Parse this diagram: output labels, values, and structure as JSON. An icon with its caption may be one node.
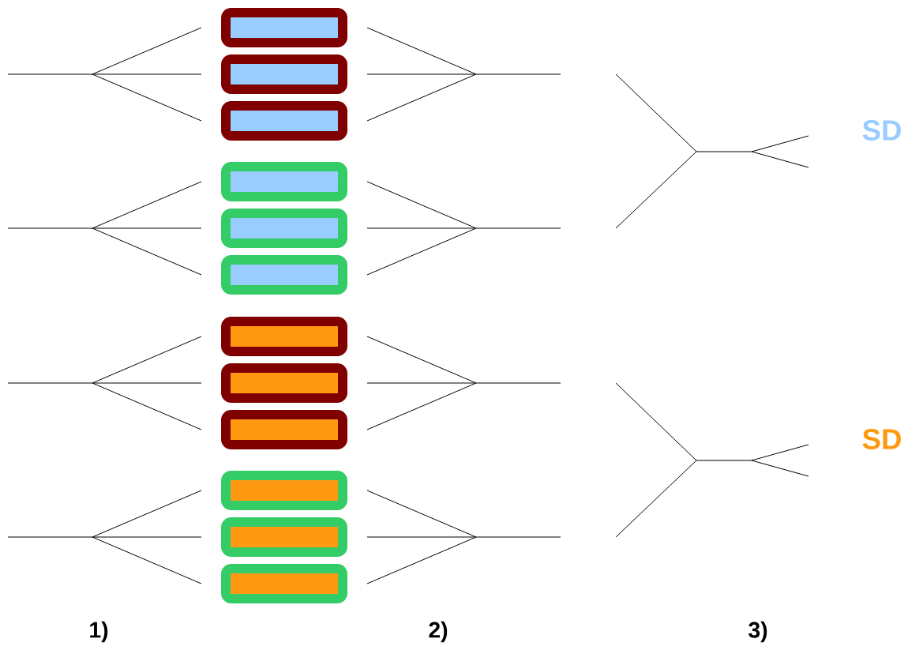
{
  "diagram": {
    "nodes": [
      {
        "text": [],
        "shape": "box"
      },
      {
        "text": [],
        "shape": "box"
      },
      {
        "text": [],
        "shape": "box"
      },
      {
        "text": [],
        "shape": "box"
      },
      {
        "text": [],
        "shape": "box"
      },
      {
        "text": [],
        "shape": "box"
      },
      {
        "text": [],
        "shape": "box"
      },
      {
        "text": [],
        "shape": "box"
      },
      {
        "text": [],
        "shape": "box"
      },
      {
        "text": [],
        "shape": "box"
      },
      {
        "text": [],
        "shape": "box"
      },
      {
        "text": [],
        "shape": "box"
      }
    ],
    "labels": [
      "SD",
      "SD",
      "1)",
      "2)",
      "3)"
    ]
  }
}
